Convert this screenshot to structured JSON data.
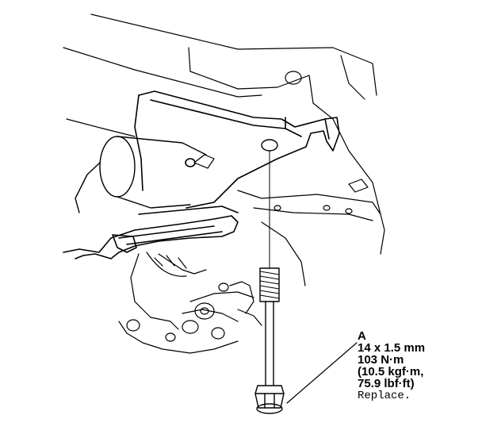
{
  "callout": {
    "ref": "A",
    "size": "14 x 1.5 mm",
    "torque_nm": "103 N·m",
    "torque_kgf": "(10.5 kgf·m,",
    "torque_lbf": "75.9 lbf·ft)",
    "note": "Replace."
  },
  "colors": {
    "line": "#000000",
    "background": "#ffffff"
  }
}
